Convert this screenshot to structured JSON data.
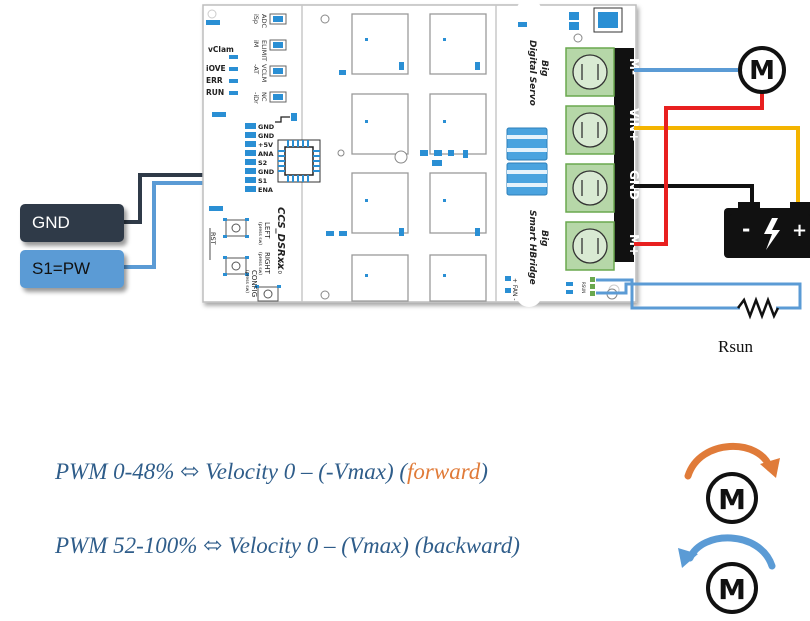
{
  "inputs": {
    "gnd_label": "GND",
    "s1_label": "S1=PW",
    "gnd_color": "#2f3a48",
    "s1_color": "#5b9bd5"
  },
  "board": {
    "model": "CCS_DSRxx",
    "version": "v1.0",
    "left_text": "LEFT",
    "left_sub": "(press sw)",
    "right_text": "RIGHT",
    "right_sub": "(press sw)",
    "config_text": "CONFIG",
    "config_sub": "(press sw)",
    "rst_text": "RST",
    "status_leds": [
      "vClam",
      "iOVE",
      "ERR",
      "RUN"
    ],
    "top_labels": [
      "ADC",
      "ELIMIT",
      "VCLM",
      "NC"
    ],
    "top_labels_sub": [
      "iSp",
      "iM",
      "-AT",
      "-iDr"
    ],
    "pin_labels": [
      "GND",
      "GND",
      "+5V",
      "ANA",
      "S2",
      "GND",
      "S1",
      "ENA"
    ],
    "servo_title": "Big",
    "servo_subtitle": "Digital Servo",
    "hbridge_title": "Big",
    "hbridge_subtitle": "Smart HBridge",
    "fan_text": "+ FAN -",
    "rsun_pins": "RSUN"
  },
  "terminals": [
    "M-",
    "VIN+",
    "GND",
    "M+"
  ],
  "wire_colors": {
    "blue": "#5b9bd5",
    "yellow": "#f4b400",
    "black": "#111111",
    "red": "#e8201f"
  },
  "motor_label": "M",
  "battery": {
    "minus": "-",
    "plus": "+"
  },
  "resistor_label": "Rsun",
  "formulas": {
    "line1_main": "PWM 0-48% ⬄ Velocity 0 – (-Vmax) (",
    "line1_dir": "forward",
    "line1_end": ")",
    "line2": "PWM 52-100% ⬄ Velocity 0 – (Vmax) (backward)",
    "dir_color": "#e07b39",
    "text_color": "#2f5d8a"
  },
  "rotation_icons": {
    "forward_arrow_color": "#e07b39",
    "backward_arrow_color": "#5b9bd5"
  }
}
